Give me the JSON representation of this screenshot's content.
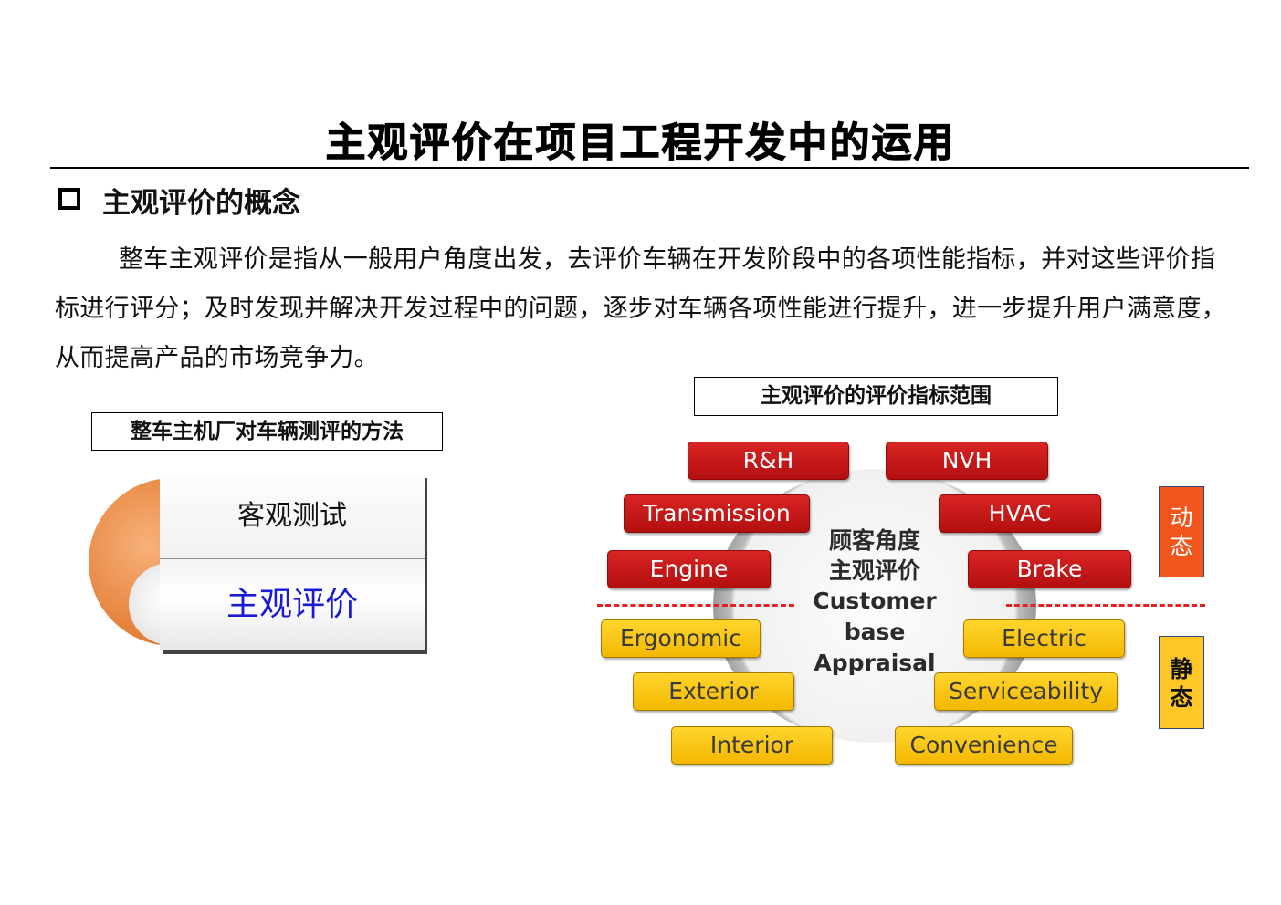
{
  "title": "主观评价在项目工程开发中的运用",
  "section": {
    "title": "主观评价的概念"
  },
  "paragraph": "整车主观评价是指从一般用户角度出发，去评价车辆在开发阶段中的各项性能指标，并对这些评价指标进行评分；及时发现并解决开发过程中的问题，逐步对车辆各项性能进行提升，进一步提升用户满意度，从而提高产品的市场竞争力。",
  "left_diagram": {
    "caption": "整车主机厂对车辆测评的方法",
    "methods": [
      "客观测试",
      "主观评价"
    ]
  },
  "right_diagram": {
    "caption": "主观评价的评价指标范围",
    "center": {
      "cn_line1": "顾客角度",
      "cn_line2": "主观评价",
      "en_line1": "Customer",
      "en_line2": "base",
      "en_line3": "Appraisal"
    },
    "dynamic_items": [
      "R&H",
      "NVH",
      "Transmission",
      "HVAC",
      "Engine",
      "Brake"
    ],
    "static_items": [
      "Ergonomic",
      "Electric",
      "Exterior",
      "Serviceability",
      "Interior",
      "Convenience"
    ],
    "labels": {
      "dynamic": [
        "动",
        "态"
      ],
      "static": [
        "静",
        "态"
      ]
    },
    "colors": {
      "dynamic": "#c8141a",
      "static": "#fcc419",
      "dynamic_tag": "#f2561c",
      "static_tag": "#ffc628",
      "divider": "#e52020"
    }
  }
}
